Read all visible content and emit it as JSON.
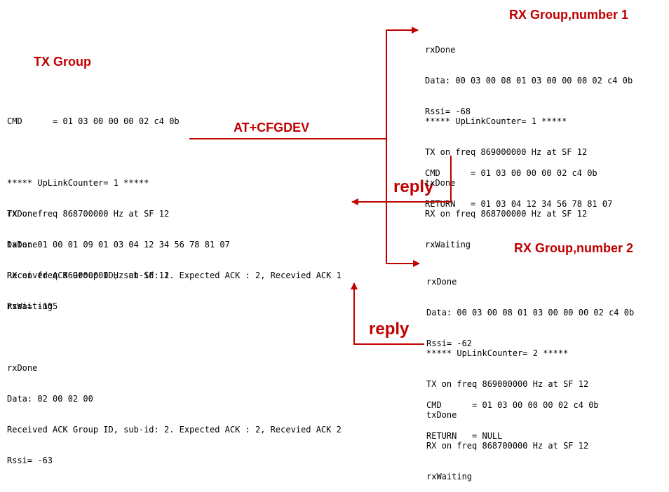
{
  "tx_group": {
    "title": "TX Group",
    "log_top": [
      "CMD      = 01 03 00 00 00 02 c4 0b",
      "",
      "***** UpLinkCounter= 1 *****",
      "TX on freq 868700000 Hz at SF 12",
      "txDone",
      "RX on freq 869000000 Hz at SF 12",
      "rxWaiting"
    ],
    "log_bottom": [
      "rxDone",
      "Data: 01 00 01 09 01 03 04 12 34 56 78 81 07",
      "Received ACK Group ID, sub-id: 1. Expected ACK : 2, Recevied ACK 1",
      "Rssi= -105",
      "",
      "rxDone",
      "Data: 02 00 02 00",
      "Received ACK Group ID, sub-id: 2. Expected ACK : 2, Recevied ACK 2",
      "Rssi= -63"
    ]
  },
  "rx_group_1": {
    "title": "RX Group,number 1",
    "log": [
      "rxDone",
      "Data: 00 03 00 08 01 03 00 00 00 02 c4 0b",
      "Rssi= -68",
      "",
      "CMD      = 01 03 00 00 00 02 c4 0b",
      "RETURN   = 01 03 04 12 34 56 78 81 07",
      "***** UpLinkCounter= 1 *****",
      "TX on freq 869000000 Hz at SF 12",
      "txDone",
      "RX on freq 868700000 Hz at SF 12",
      "rxWaiting"
    ]
  },
  "rx_group_2": {
    "title": "RX Group,number 2",
    "log": [
      "rxDone",
      "Data: 00 03 00 08 01 03 00 00 00 02 c4 0b",
      "Rssi= -62",
      "",
      "CMD      = 01 03 00 00 00 02 c4 0b",
      "RETURN   = NULL",
      "***** UpLinkCounter= 2 *****",
      "TX on freq 869000000 Hz at SF 12",
      "txDone",
      "RX on freq 868700000 Hz at SF 12",
      "rxWaiting"
    ]
  },
  "labels": {
    "command": "AT+CFGDEV",
    "reply_1": "reply",
    "reply_2": "reply"
  },
  "colors": {
    "accent": "#c00000",
    "text": "#000000",
    "background": "#ffffff"
  }
}
